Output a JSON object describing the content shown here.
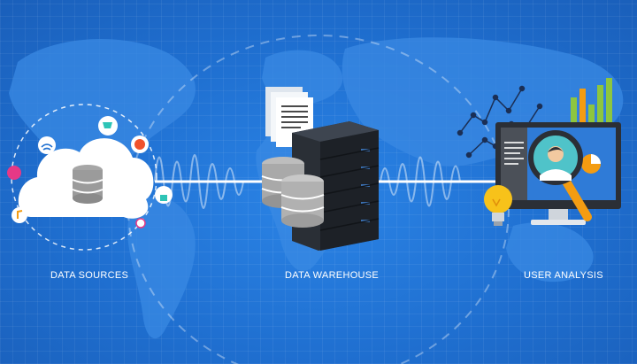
{
  "stages": [
    {
      "key": "sources",
      "label": "DATA SOURCES"
    },
    {
      "key": "warehouse",
      "label": "DATA WAREHOUSE"
    },
    {
      "key": "analysis",
      "label": "USER ANALYSIS"
    }
  ],
  "colors": {
    "background": "#1f6fd0",
    "map": "#3a89e3",
    "connector": "#ffffff",
    "server": "#2a2f36",
    "accent_green": "#8dc63f",
    "accent_orange": "#f39c12",
    "bulb": "#f7c21a"
  },
  "icons": [
    "cloud-icon",
    "database-icon",
    "wifi-icon",
    "cart-icon",
    "chat-icon",
    "lock-icon",
    "music-icon",
    "pin-icon",
    "document-icon",
    "server-icon",
    "monitor-icon",
    "user-icon",
    "magnifier-icon",
    "lightbulb-icon",
    "bar-chart-icon",
    "line-chart-icon",
    "pie-chart-icon"
  ]
}
